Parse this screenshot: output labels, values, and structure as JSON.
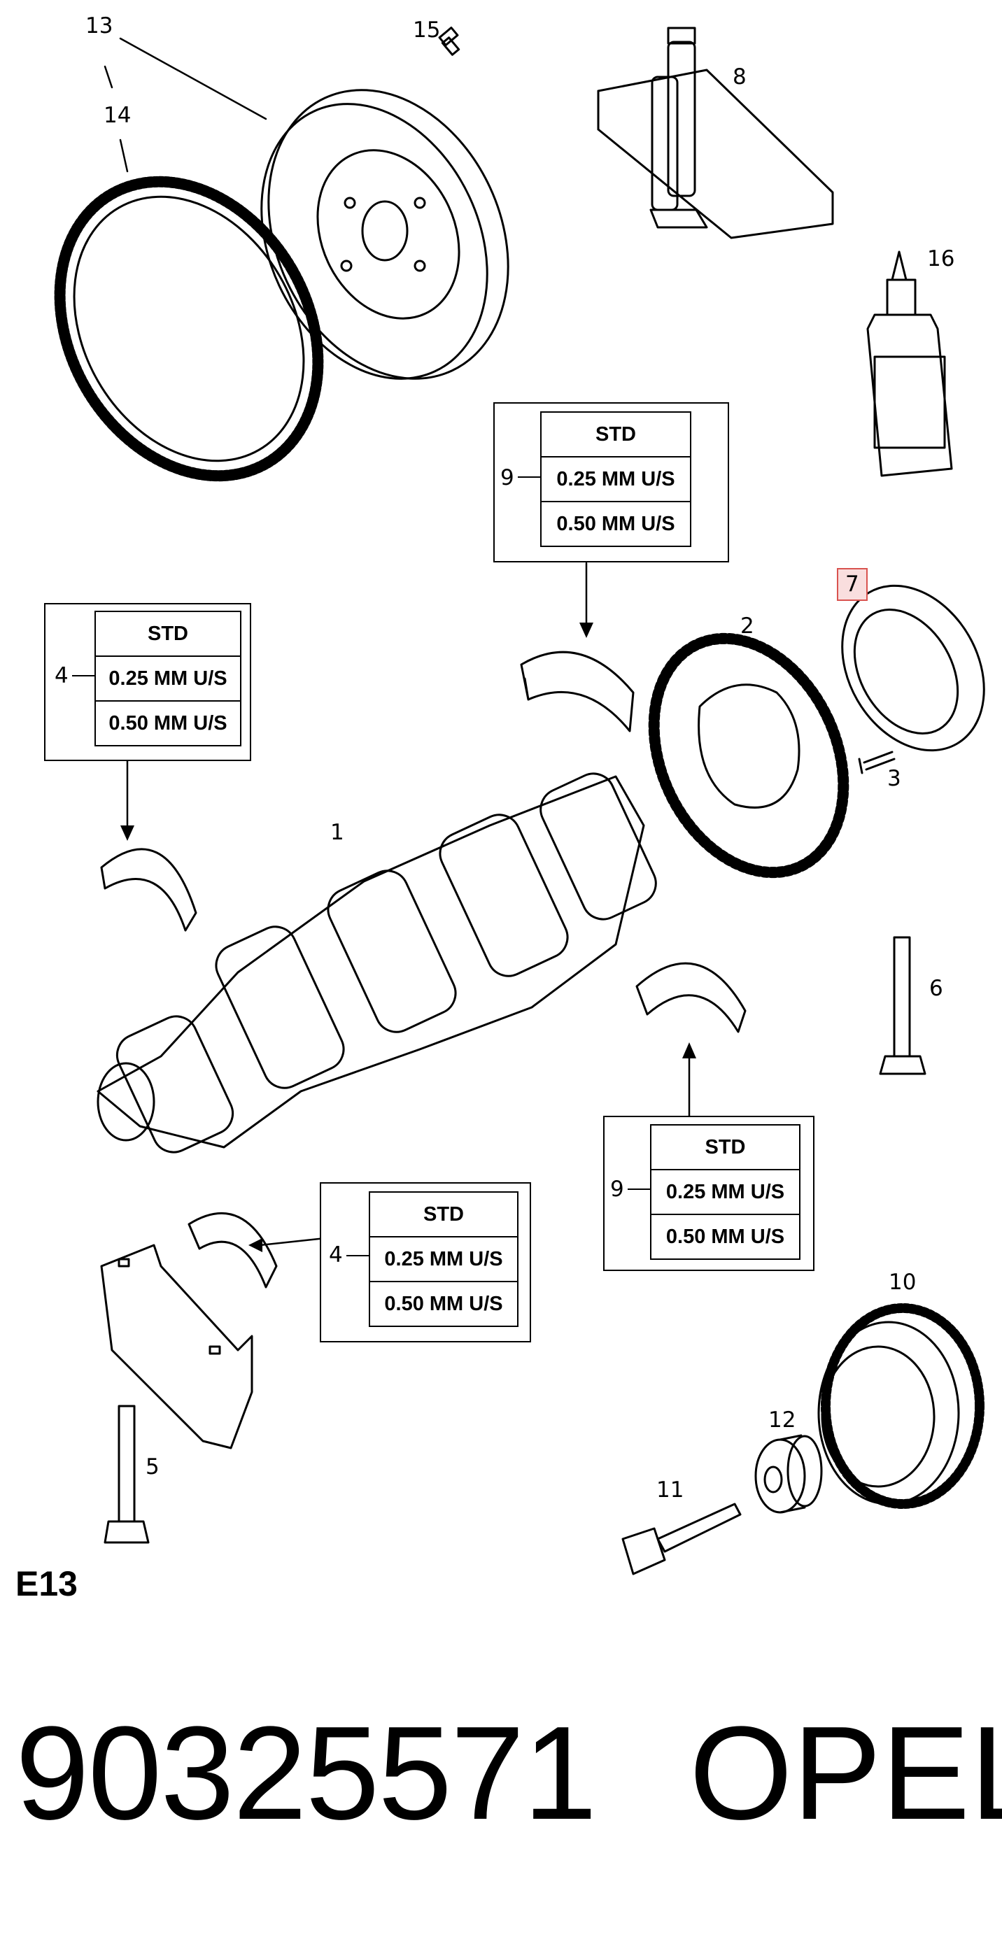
{
  "diagram": {
    "section": "E13",
    "part_number": "90325571",
    "brand": "OPEL",
    "callouts": {
      "p1": "1",
      "p2": "2",
      "p3": "3",
      "p5": "5",
      "p6": "6",
      "p7": "7",
      "p8": "8",
      "p10": "10",
      "p11": "11",
      "p12": "12",
      "p13": "13",
      "p14": "14",
      "p15": "15",
      "p16": "16"
    },
    "spec_boxes": {
      "top": {
        "ref": "9",
        "rows": [
          "STD",
          "0.25  MM U/S",
          "0.50  MM U/S"
        ]
      },
      "left": {
        "ref": "4",
        "rows": [
          "STD",
          "0.25  MM U/S",
          "0.50  MM U/S"
        ]
      },
      "right": {
        "ref": "9",
        "rows": [
          "STD",
          "0.25  MM U/S",
          "0.50  MM U/S"
        ]
      },
      "bottom": {
        "ref": "4",
        "rows": [
          "STD",
          "0.25  MM U/S",
          "0.50  MM U/S"
        ]
      }
    },
    "highlight_color": "#d9534f"
  }
}
